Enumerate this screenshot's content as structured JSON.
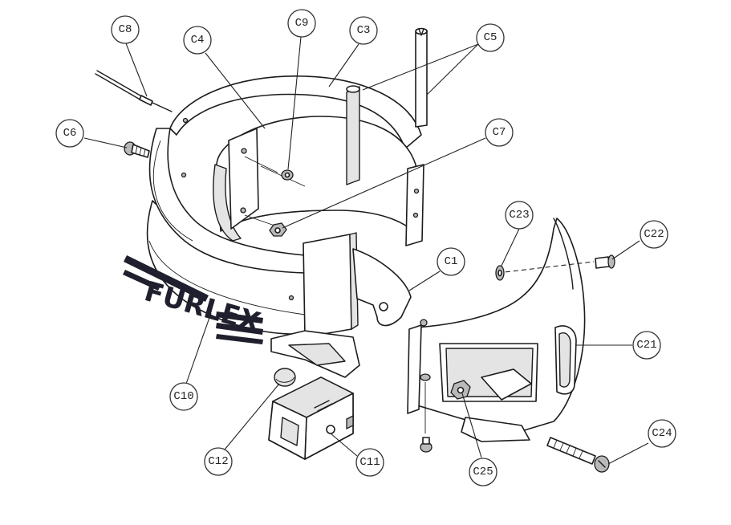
{
  "brand": {
    "text": "FURLEX"
  },
  "callouts": [
    {
      "id": "c8",
      "label": "C8"
    },
    {
      "id": "c4",
      "label": "C4"
    },
    {
      "id": "c9",
      "label": "C9"
    },
    {
      "id": "c3",
      "label": "C3"
    },
    {
      "id": "c5",
      "label": "C5"
    },
    {
      "id": "c6",
      "label": "C6"
    },
    {
      "id": "c7",
      "label": "C7"
    },
    {
      "id": "c23",
      "label": "C23"
    },
    {
      "id": "c22",
      "label": "C22"
    },
    {
      "id": "c1",
      "label": "C1"
    },
    {
      "id": "c21",
      "label": "C21"
    },
    {
      "id": "c10",
      "label": "C10"
    },
    {
      "id": "c24",
      "label": "C24"
    },
    {
      "id": "c12",
      "label": "C12"
    },
    {
      "id": "c11",
      "label": "C11"
    },
    {
      "id": "c25",
      "label": "C25"
    }
  ]
}
